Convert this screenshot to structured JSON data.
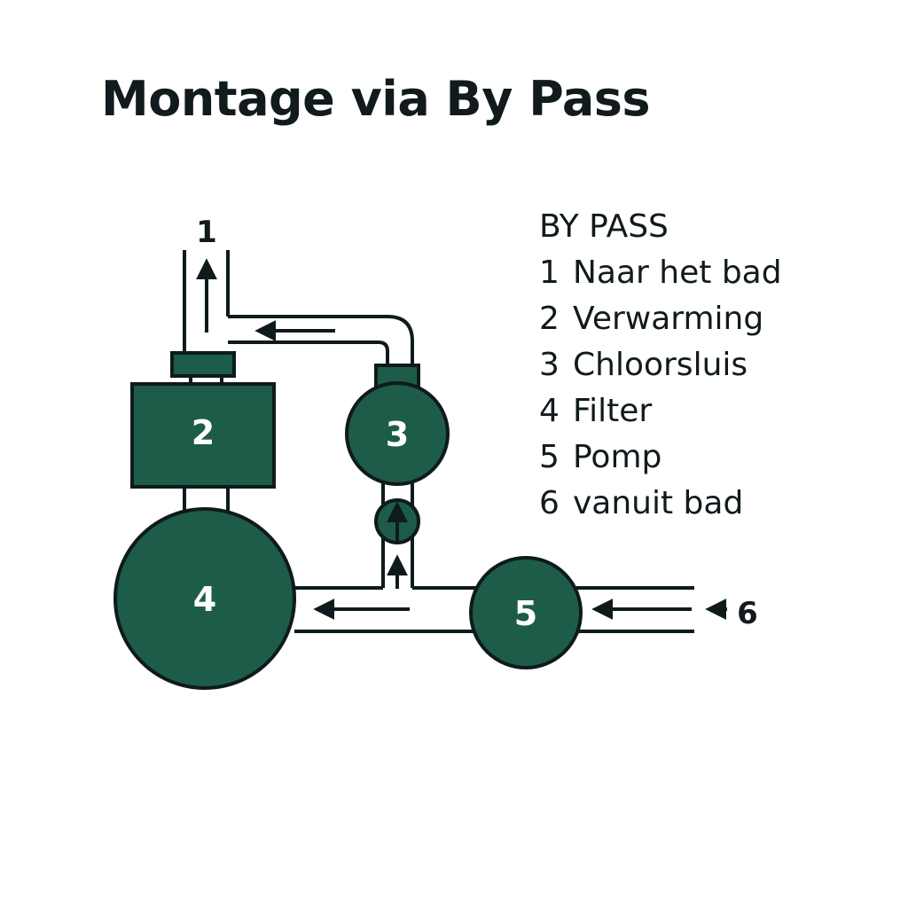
{
  "title": "Montage via By Pass",
  "legend": {
    "heading": "BY PASS",
    "items": [
      {
        "number": "1",
        "label": "Naar het bad"
      },
      {
        "number": "2",
        "label": "Verwarming"
      },
      {
        "number": "3",
        "label": "Chloorsluis"
      },
      {
        "number": "4",
        "label": "Filter"
      },
      {
        "number": "5",
        "label": "Pomp"
      },
      {
        "number": "6",
        "label": "vanuit bad"
      }
    ]
  },
  "diagram": {
    "outlet_label": "1",
    "heater_label": "2",
    "chlorinator_label": "3",
    "filter_label": "4",
    "pump_label": "5",
    "inlet_label": "6"
  },
  "colors": {
    "component_fill": "#1d5c48",
    "line": "#0f1a1c",
    "text": "#111a1c",
    "component_text": "#ffffff"
  }
}
